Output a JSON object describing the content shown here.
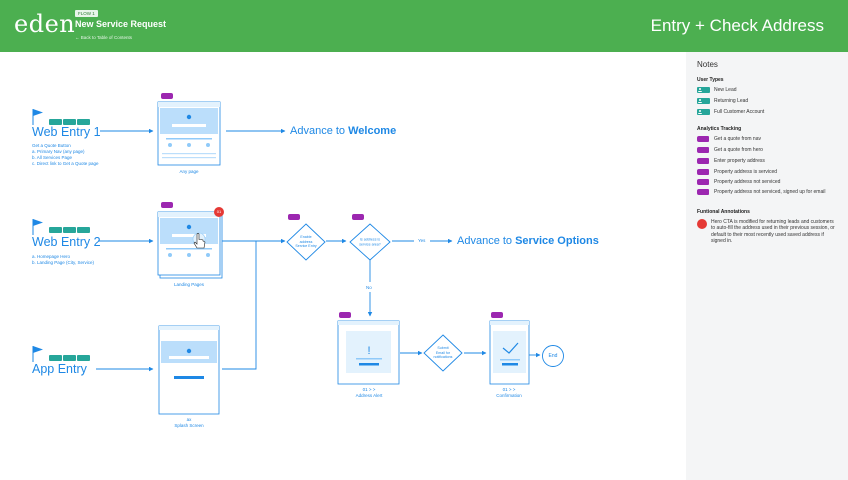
{
  "header": {
    "logo": "eden",
    "flow_tag": "FLOW 1",
    "flow_title": "New Service Request",
    "back_link": "← Back to Table of Contents",
    "page_title": "Entry + Check Address",
    "background_color": "#4caf50"
  },
  "notes": {
    "title": "Notes",
    "user_types": {
      "heading": "User Types",
      "items": [
        "New Lead",
        "Returning Lead",
        "Full Customer Account"
      ]
    },
    "analytics": {
      "heading": "Analytics Tracking",
      "items": [
        "Get a quote from nav",
        "Get a quote from hero",
        "Enter property address",
        "Property address is serviced",
        "Property address not serviced",
        "Property address not serviced, signed up for email"
      ]
    },
    "functional": {
      "heading": "Funtional Annotations",
      "items": [
        "Hero CTA is modified for returning leads and customers to auto-fill the address used in their previous session, or default to their most recently used saved address if signed in."
      ]
    }
  },
  "diagram": {
    "web_entry_1": {
      "title": "Web Entry 1",
      "sub": [
        "Get a Quote Button",
        "a. Primary Nav (any page)",
        "b. All Services Page",
        "c. Direct link to Get a Quote page"
      ],
      "caption": "Any page",
      "advance_prefix": "Advance to ",
      "advance_target": "Welcome"
    },
    "web_entry_2": {
      "title": "Web Entry 2",
      "sub": [
        "a. Homepage Hero",
        "b. Landing Page (City, Service)"
      ],
      "caption": "Landing Pages",
      "badge": "01"
    },
    "app_entry": {
      "title": "App Entry",
      "caption_lines": [
        "ax",
        "Splash Screen"
      ]
    },
    "decision_1": [
      "Enable",
      "address",
      "Service Entry"
    ],
    "decision_2": [
      "Is address is",
      "service area?"
    ],
    "yes_label": "Yes",
    "no_label": "No",
    "advance_service_prefix": "Advance to ",
    "advance_service_target": "Service Options",
    "address_alert": {
      "caption_lines": [
        "01 > >",
        "Address Alert"
      ]
    },
    "decision_3": [
      "Submit",
      "Email for",
      "notifications"
    ],
    "confirmation": {
      "caption_lines": [
        "01 > >",
        "Confirmation"
      ]
    },
    "end_label": "End",
    "colors": {
      "accent": "#1e88e5",
      "user_badge": "#26a69a",
      "analytics_tag": "#9c27b0",
      "annotation": "#e53935"
    }
  }
}
